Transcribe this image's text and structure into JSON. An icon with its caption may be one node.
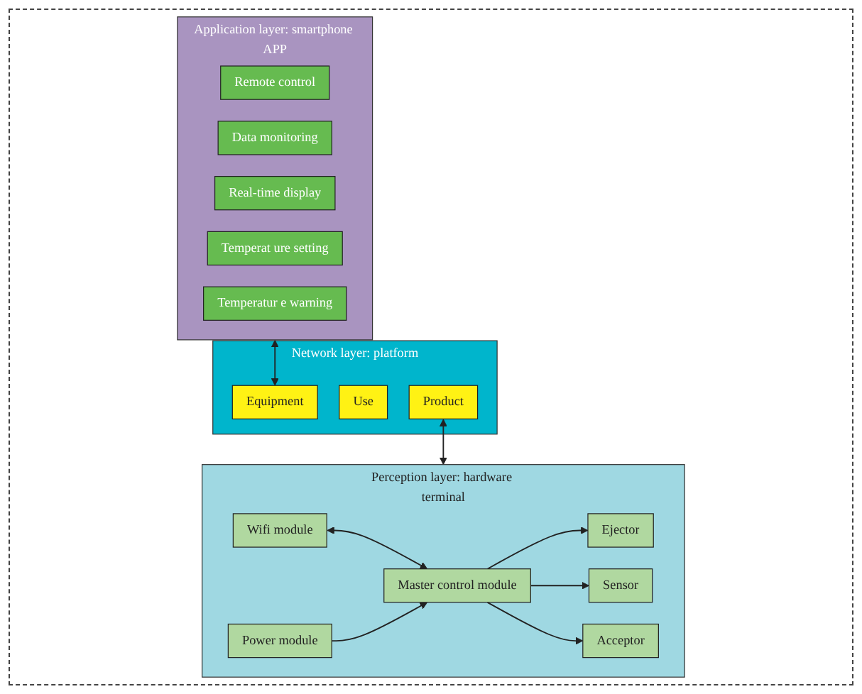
{
  "diagram": {
    "nodes": [
      {
        "text": [
          "Application layer: smartphone APP"
        ]
      },
      {
        "text": [
          "Remote control"
        ],
        "in": 0
      },
      {
        "text": [
          "Data monitoring"
        ],
        "in": 0
      },
      {
        "text": [
          "Real-time display"
        ],
        "in": 0
      },
      {
        "text": [
          "Temperat ure setting"
        ],
        "in": 0
      },
      {
        "text": [
          "Temperatur e warning"
        ],
        "in": 0
      },
      {
        "text": [
          "Network layer: platform"
        ]
      },
      {
        "text": [
          "Equipment"
        ],
        "in": 6
      },
      {
        "text": [
          "Use"
        ],
        "in": 6
      },
      {
        "text": [
          "Product"
        ],
        "in": 6
      },
      {
        "text": [
          "Perception layer: hardware terminal"
        ]
      },
      {
        "text": [
          "Wifi module"
        ],
        "in": 10
      },
      {
        "text": [
          "Power module"
        ],
        "in": 10
      },
      {
        "text": [
          "Master control module"
        ],
        "in": 10
      },
      {
        "text": [
          "Ejector"
        ],
        "in": 10
      },
      {
        "text": [
          "Sensor"
        ],
        "in": 10
      },
      {
        "text": [
          "Acceptor"
        ],
        "in": 10
      }
    ],
    "edges": [
      {
        "from": 0,
        "to": 7,
        "arrow": "both"
      },
      {
        "from": 9,
        "to": 10,
        "arrow": "both"
      },
      {
        "from": 11,
        "to": 13,
        "arrow": "both"
      },
      {
        "from": 12,
        "to": 13,
        "arrow": "to"
      },
      {
        "from": 13,
        "to": 14,
        "arrow": "to"
      },
      {
        "from": 13,
        "to": 15,
        "arrow": "to"
      },
      {
        "from": 13,
        "to": 16,
        "arrow": "to"
      }
    ]
  }
}
